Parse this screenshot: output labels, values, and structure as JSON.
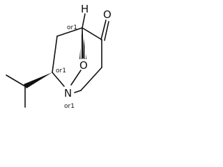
{
  "molecule": {
    "atoms": {
      "hydrogen": "H",
      "oxygen_ketone": "O",
      "oxygen_bridge": "O",
      "nitrogen": "N"
    },
    "stereo_labels": {
      "c5": "or1",
      "c7": "or1",
      "n1": "or1"
    }
  }
}
